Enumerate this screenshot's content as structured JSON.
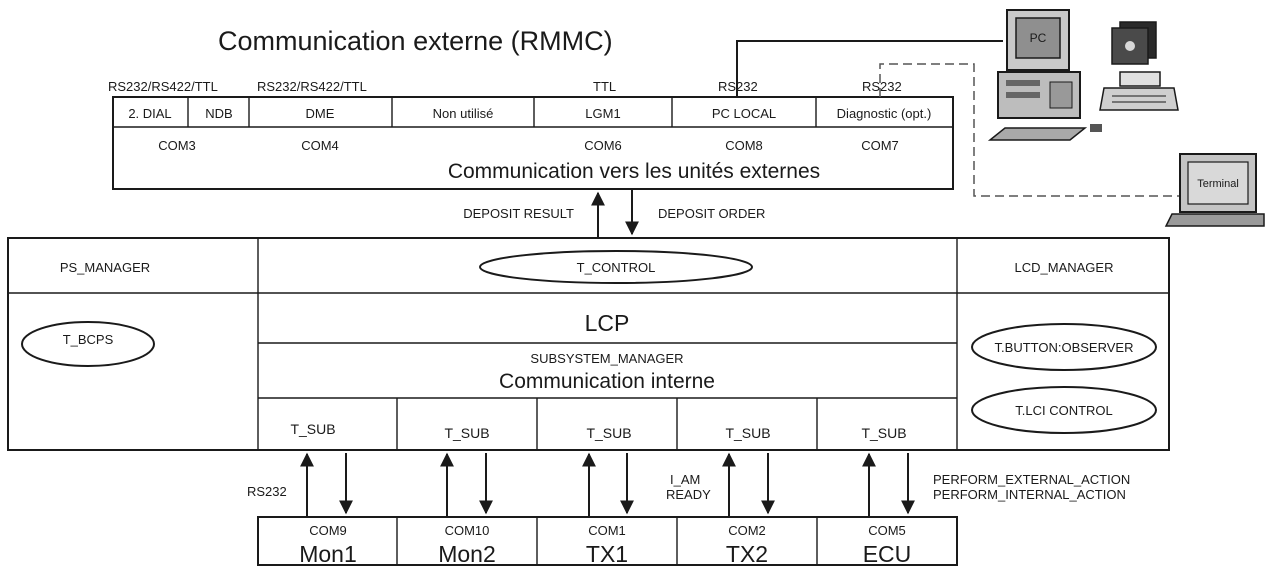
{
  "title": "Communication externe (RMMC)",
  "protocols": [
    "RS232/RS422/TTL",
    "RS232/RS422/TTL",
    "TTL",
    "RS232",
    "RS232"
  ],
  "ext_ports": [
    "2. DIAL",
    "NDB",
    "DME",
    "Non utilisé",
    "LGM1",
    "PC LOCAL",
    "Diagnostic (opt.)"
  ],
  "ext_coms": [
    "COM3",
    "COM4",
    "COM6",
    "COM8",
    "COM7"
  ],
  "ext_box_label": "Communication vers les unités externes",
  "deposit_result": "DEPOSIT RESULT",
  "deposit_order": "DEPOSIT ORDER",
  "ps_manager": "PS_MANAGER",
  "t_control": "T_CONTROL",
  "lcd_manager": "LCD_MANAGER",
  "t_bcps": "T_BCPS",
  "lcp": "LCP",
  "subsystem_manager": "SUBSYSTEM_MANAGER",
  "comm_interne": "Communication interne",
  "t_button_observer": "T.BUTTON:OBSERVER",
  "t_lci_control": "T.LCI CONTROL",
  "t_sub": [
    "T_SUB",
    "T_SUB",
    "T_SUB",
    "T_SUB",
    "T_SUB"
  ],
  "rs232_label": "RS232",
  "i_am": "I_AM",
  "ready": "READY",
  "perform_external": "PERFORM_EXTERNAL_ACTION",
  "perform_internal": "PERFORM_INTERNAL_ACTION",
  "units": [
    {
      "com": "COM9",
      "name": "Mon1"
    },
    {
      "com": "COM10",
      "name": "Mon2"
    },
    {
      "com": "COM1",
      "name": "TX1"
    },
    {
      "com": "COM2",
      "name": "TX2"
    },
    {
      "com": "COM5",
      "name": "ECU"
    }
  ],
  "pc_label": "PC",
  "terminal_label": "Terminal"
}
